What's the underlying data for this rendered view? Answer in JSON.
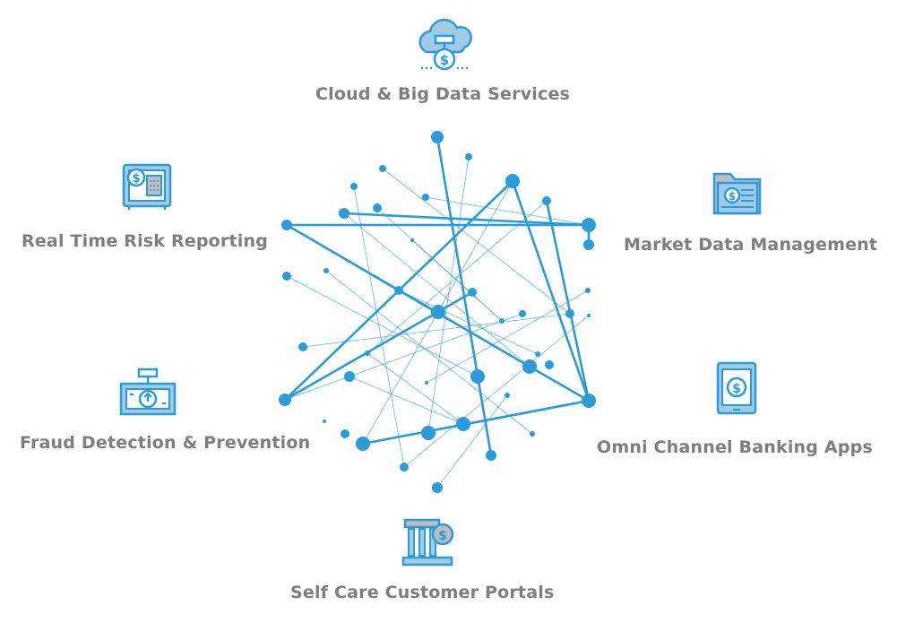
{
  "colors": {
    "accent": "#2b9bd9",
    "accent_dark": "#1f86c4",
    "label": "#7e7e7e",
    "fill_light": "#9fcbe6",
    "fill_grey": "#bdbdbd"
  },
  "services": {
    "cloud": {
      "label": "Cloud & Big Data Services",
      "icon": "cloud-dollar-icon"
    },
    "market": {
      "label": "Market Data Management",
      "icon": "folder-dollar-icon"
    },
    "omni": {
      "label": "Omni Channel Banking Apps",
      "icon": "tablet-dollar-icon"
    },
    "selfcare": {
      "label": "Self Care Customer Portals",
      "icon": "bank-dollar-icon"
    },
    "fraud": {
      "label": "Fraud Detection & Prevention",
      "icon": "banknote-alert-icon"
    },
    "risk": {
      "label": "Real Time Risk Reporting",
      "icon": "safe-dollar-icon"
    }
  }
}
